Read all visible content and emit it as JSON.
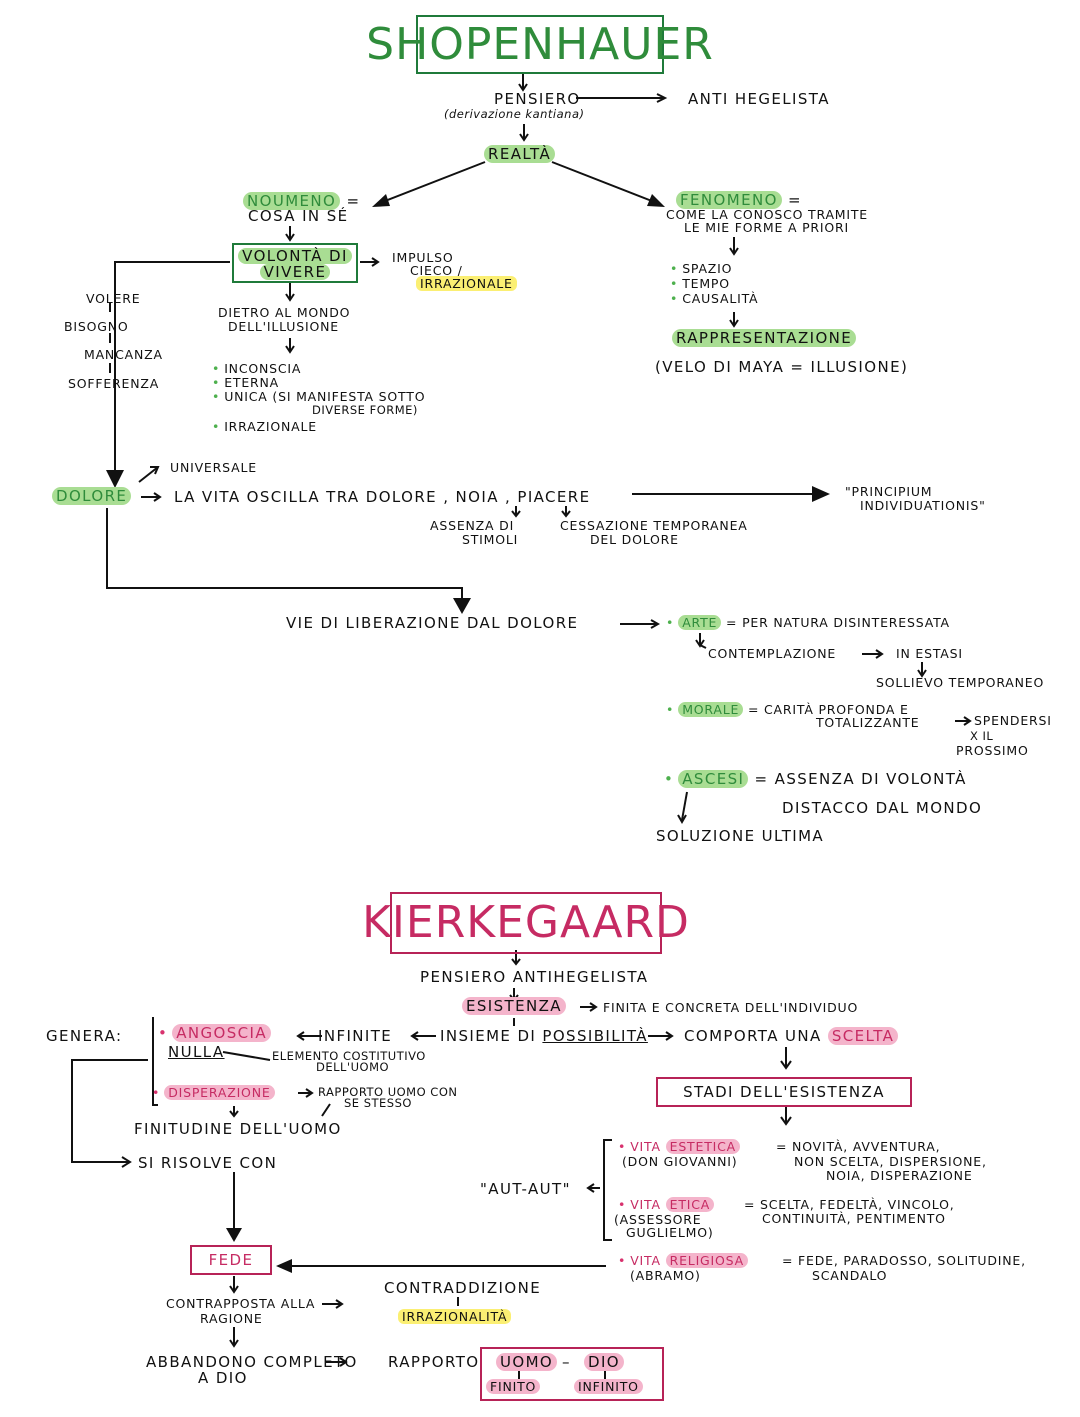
{
  "colors": {
    "shopenhauer_accent": "#1f7a3a",
    "highlight_green": "#a9dd93",
    "kierkegaard_accent": "#b72357",
    "highlight_pink": "#f4b4cb",
    "highlight_yellow": "#fbef73"
  },
  "shopenhauer": {
    "title": "SHOPENHAUER",
    "pensiero": "PENSIERO",
    "pensiero_note": "(derivazione kantiana)",
    "antihegelista": "ANTI HEGELISTA",
    "realta": "REALTÀ",
    "noumeno": "NOUMENO",
    "noumeno_eq": "=",
    "cosa_in_se": "COSA IN SÉ",
    "volonta_line1": "VOLONTÀ DI",
    "volonta_line2": "VIVERE",
    "impulso_line1": "IMPULSO",
    "impulso_line2": "CIECO /",
    "irrazionale_hl": "IRRAZIONALE",
    "cycle": [
      "VOLERE",
      "BISOGNO",
      "MANCANZA",
      "SOFFERENZA"
    ],
    "dietro_line1": "DIETRO AL MONDO",
    "dietro_line2": "DELL'ILLUSIONE",
    "volonta_features": [
      "INCONSCIA",
      "ETERNA",
      "UNICA (SI MANIFESTA SOTTO",
      "IRRAZIONALE"
    ],
    "unica_cont": "DIVERSE FORME)",
    "fenomeno": "FENOMENO",
    "fenomeno_eq": "=",
    "fenomeno_def1": "COME LA CONOSCO TRAMITE",
    "fenomeno_def2": "LE MIE FORME A PRIORI",
    "forme": [
      "SPAZIO",
      "TEMPO",
      "CAUSALITÀ"
    ],
    "rappresentazione": "RAPPRESENTAZIONE",
    "velo": "(VELO DI MAYA = ILLUSIONE)",
    "universale": "UNIVERSALE",
    "dolore": "DOLORE",
    "oscilla": "LA VITA OSCILLA TRA DOLORE , NOIA , PIACERE",
    "noia_note1": "ASSENZA DI",
    "noia_note2": "STIMOLI",
    "piacere_note1": "CESSAZIONE TEMPORANEA",
    "piacere_note2": "DEL DOLORE",
    "principium1": "\"PRINCIPIUM",
    "principium2": "INDIVIDUATIONIS\"",
    "vie": "VIE DI LIBERAZIONE DAL DOLORE",
    "arte": "ARTE",
    "arte_def": "= PER NATURA DISINTERESSATA",
    "contemplazione": "CONTEMPLAZIONE",
    "in_estasi": "IN ESTASI",
    "sollievo": "SOLLIEVO TEMPORANEO",
    "morale": "MORALE",
    "morale_def1": "= CARITÀ PROFONDA E",
    "morale_def2": "TOTALIZZANTE",
    "spendersi1": "SPENDERSI",
    "spendersi2": "X IL",
    "spendersi3": "PROSSIMO",
    "ascesi": "ASCESI",
    "ascesi_def1": "= ASSENZA DI VOLONTÀ",
    "ascesi_def2": "DISTACCO DAL MONDO",
    "soluzione": "SOLUZIONE ULTIMA"
  },
  "kierkegaard": {
    "title": "KIERKEGAARD",
    "pensiero": "PENSIERO ANTIHEGELISTA",
    "esistenza": "ESISTENZA",
    "finita": "FINITA E CONCRETA DELL'INDIVIDUO",
    "genera": "GENERA:",
    "angoscia": "ANGOSCIA",
    "nulla": "NULLA",
    "elemento1": "ELEMENTO COSTITUTIVO",
    "elemento2": "DELL'UOMO",
    "infinite": "INFINITE",
    "insieme_pre": "INSIEME DI",
    "possibilita": "POSSIBILITÀ",
    "comporta": "COMPORTA UNA",
    "scelta": "SCELTA",
    "disperazione": "DISPERAZIONE",
    "rapporto1": "RAPPORTO UOMO CON",
    "rapporto2": "SE STESSO",
    "finitudine": "FINITUDINE DELL'UOMO",
    "si_risolve": "SI RISOLVE CON",
    "stadi": "STADI DELL'ESISTENZA",
    "aut_aut": "\"AUT-AUT\"",
    "vita": "VITA",
    "estetica": "ESTETICA",
    "estetica_who": "(DON GIOVANNI)",
    "estetica_def1": "= NOVITÀ, AVVENTURA,",
    "estetica_def2": "NON SCELTA, DISPERSIONE,",
    "estetica_def3": "NOIA, DISPERAZIONE",
    "etica": "ETICA",
    "etica_who1": "(ASSESSORE",
    "etica_who2": "GUGLIELMO)",
    "etica_def1": "= SCELTA, FEDELTÀ, VINCOLO,",
    "etica_def2": "CONTINUITÀ, PENTIMENTO",
    "religiosa": "RELIGIOSA",
    "religiosa_who": "(ABRAMO)",
    "religiosa_def1": "= FEDE, PARADOSSO, SOLITUDINE,",
    "religiosa_def2": "SCANDALO",
    "fede": "FEDE",
    "contrapposta1": "CONTRAPPOSTA ALLA",
    "contrapposta2": "RAGIONE",
    "contraddizione": "CONTRADDIZIONE",
    "irrazionalita": "IRRAZIONALITÀ",
    "abbandono1": "ABBANDONO COMPLETO",
    "abbandono2": "A DIO",
    "rapporto_label": "RAPPORTO",
    "uomo": "UOMO",
    "dash": "–",
    "dio": "DIO",
    "finito": "FINITO",
    "infinito": "INFINITO"
  }
}
